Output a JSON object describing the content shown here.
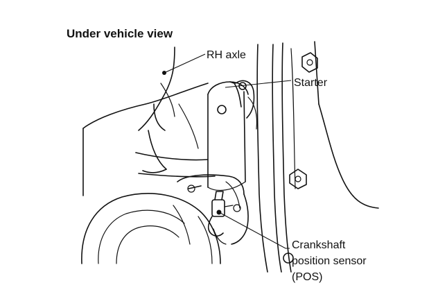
{
  "figure": {
    "title": "Under vehicle view",
    "callouts": {
      "rh_axle": "RH axle",
      "starter": "Starter",
      "crankshaft_sensor": [
        "Crankshaft",
        "position sensor",
        "(POS)"
      ]
    }
  }
}
